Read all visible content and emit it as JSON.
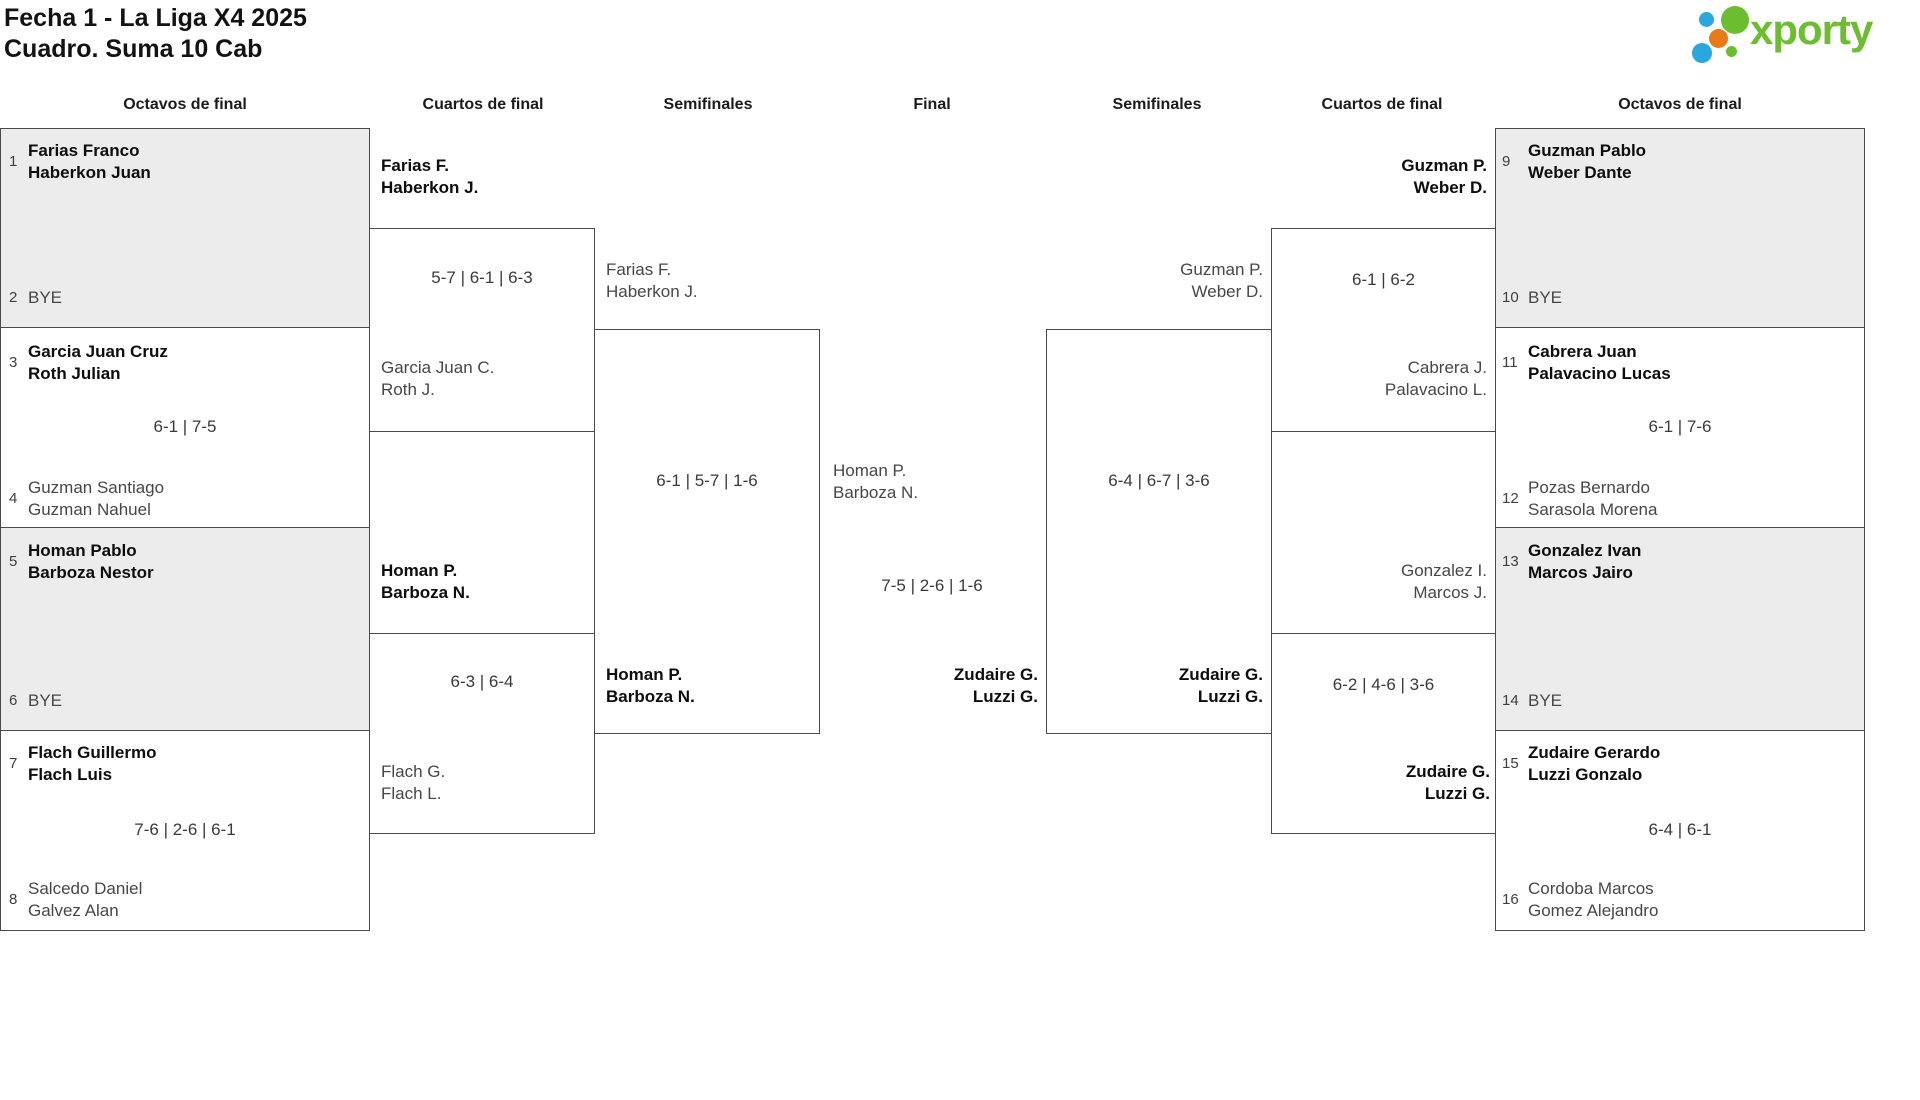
{
  "header": {
    "title_line1": "Fecha 1 - La Liga X4 2025",
    "title_line2": "Cuadro. Suma 10 Cab",
    "brand": "xporty"
  },
  "rounds": [
    "Octavos de final",
    "Cuartos de final",
    "Semifinales",
    "Final",
    "Semifinales",
    "Cuartos de final",
    "Octavos de final"
  ],
  "colors": {
    "brand_green": "#6cbd2f",
    "brand_blue": "#2ba7e0",
    "brand_orange": "#e87a18",
    "bye_box_gray": "#ececec",
    "bracket_line": "#4a4a4a"
  },
  "matches": {
    "l16_1": {
      "seed1": "1",
      "t1a": "Farias Franco",
      "t1b": "Haberkon Juan",
      "seed2": "2",
      "t2a": "BYE",
      "t2b": ""
    },
    "l16_2": {
      "seed1": "3",
      "t1a": "Garcia Juan Cruz",
      "t1b": "Roth Julian",
      "score": "6-1 | 7-5",
      "seed2": "4",
      "t2a": "Guzman Santiago",
      "t2b": "Guzman Nahuel"
    },
    "l16_3": {
      "seed1": "5",
      "t1a": "Homan Pablo",
      "t1b": "Barboza Nestor",
      "seed2": "6",
      "t2a": "BYE",
      "t2b": ""
    },
    "l16_4": {
      "seed1": "7",
      "t1a": "Flach Guillermo",
      "t1b": "Flach Luis",
      "score": "7-6 | 2-6 | 6-1",
      "seed2": "8",
      "t2a": "Salcedo Daniel",
      "t2b": "Galvez Alan"
    },
    "lqf1": {
      "t1a": "Farias F.",
      "t1b": "Haberkon J.",
      "score": "5-7 | 6-1 | 6-3",
      "t2a": "Garcia Juan C.",
      "t2b": "Roth J."
    },
    "lqf2": {
      "t1a": "Homan P.",
      "t1b": "Barboza N.",
      "score": "6-3 | 6-4",
      "t2a": "Flach G.",
      "t2b": "Flach L."
    },
    "lsf": {
      "t1a": "Farias F.",
      "t1b": "Haberkon J.",
      "score": "6-1 | 5-7 | 1-6",
      "t2a": "Homan P.",
      "t2b": "Barboza N."
    },
    "final": {
      "t1a": "Homan P.",
      "t1b": "Barboza N.",
      "score": "7-5 | 2-6 | 1-6",
      "t2a": "Zudaire G.",
      "t2b": "Luzzi G."
    },
    "rsf": {
      "t1a": "Guzman P.",
      "t1b": "Weber D.",
      "score": "6-4 | 6-7 | 3-6",
      "t2a": "Zudaire G.",
      "t2b": "Luzzi G."
    },
    "rqf1": {
      "t1a": "Guzman P.",
      "t1b": "Weber D.",
      "score": "6-1 | 6-2",
      "t2a": "Cabrera J.",
      "t2b": "Palavacino L."
    },
    "rqf2": {
      "t1a": "Gonzalez I.",
      "t1b": "Marcos J.",
      "score": "6-2 | 4-6 | 3-6",
      "t2a": "Zudaire G.",
      "t2b": "Luzzi G."
    },
    "r16_1": {
      "seed1": "9",
      "t1a": "Guzman Pablo",
      "t1b": "Weber Dante",
      "seed2": "10",
      "t2a": "BYE",
      "t2b": ""
    },
    "r16_2": {
      "seed1": "11",
      "t1a": "Cabrera Juan",
      "t1b": "Palavacino Lucas",
      "score": "6-1 | 7-6",
      "seed2": "12",
      "t2a": "Pozas Bernardo",
      "t2b": "Sarasola Morena"
    },
    "r16_3": {
      "seed1": "13",
      "t1a": "Gonzalez Ivan",
      "t1b": "Marcos Jairo",
      "seed2": "14",
      "t2a": "BYE",
      "t2b": ""
    },
    "r16_4": {
      "seed1": "15",
      "t1a": "Zudaire Gerardo",
      "t1b": "Luzzi Gonzalo",
      "score": "6-4 | 6-1",
      "seed2": "16",
      "t2a": "Cordoba Marcos",
      "t2b": "Gomez Alejandro"
    }
  }
}
